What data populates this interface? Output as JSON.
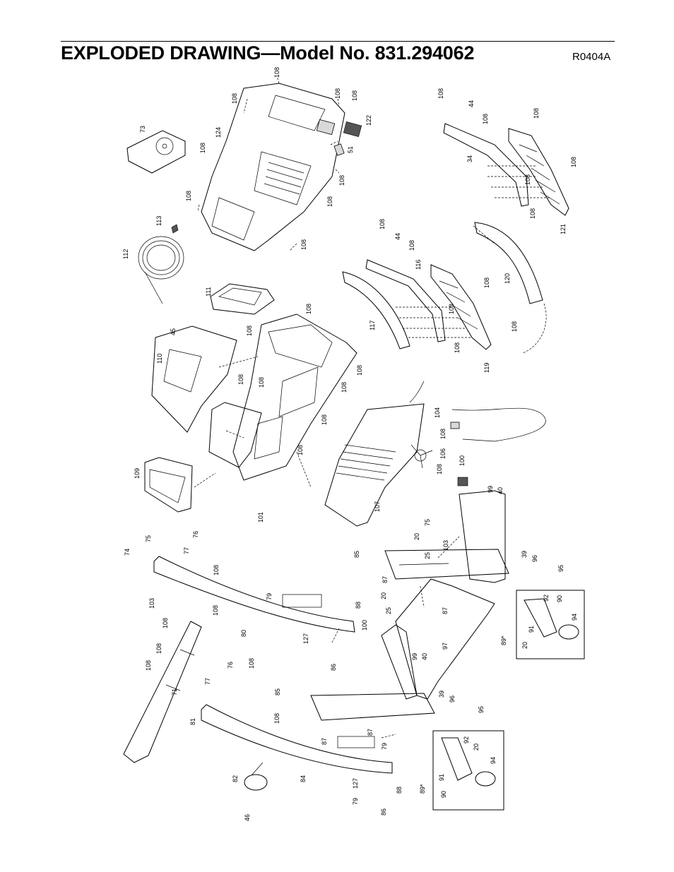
{
  "header": {
    "title": "EXPLODED DRAWING—Model No. 831.294062",
    "drawing_code": "R0404A"
  },
  "parts": {
    "p108": "108",
    "p122": "122",
    "p51": "51",
    "p124": "124",
    "p73": "73",
    "p44": "44",
    "p34": "34",
    "p121": "121",
    "p113": "113",
    "p112": "112",
    "p116": "116",
    "p117": "117",
    "p120": "120",
    "p119": "119",
    "p111": "111",
    "p45": "45",
    "p110": "110",
    "p109": "109",
    "p101": "101",
    "p107": "107",
    "p104": "104",
    "p106": "106",
    "p100": "100",
    "p99": "99",
    "p40": "40",
    "p75": "75",
    "p25": "25",
    "p20": "20",
    "p103": "103",
    "p74": "74",
    "p76": "76",
    "p77": "77",
    "p85": "85",
    "p87": "87",
    "p39": "39",
    "p96": "96",
    "p95": "95",
    "p92": "92",
    "p90": "90",
    "p94": "94",
    "p91": "91",
    "p89s": "89*",
    "p79": "79",
    "p88": "88",
    "p80": "80",
    "p127": "127",
    "p86": "86",
    "p97": "97",
    "p71": "71",
    "p81": "81",
    "p84": "84",
    "p82": "82",
    "p46": "46"
  }
}
